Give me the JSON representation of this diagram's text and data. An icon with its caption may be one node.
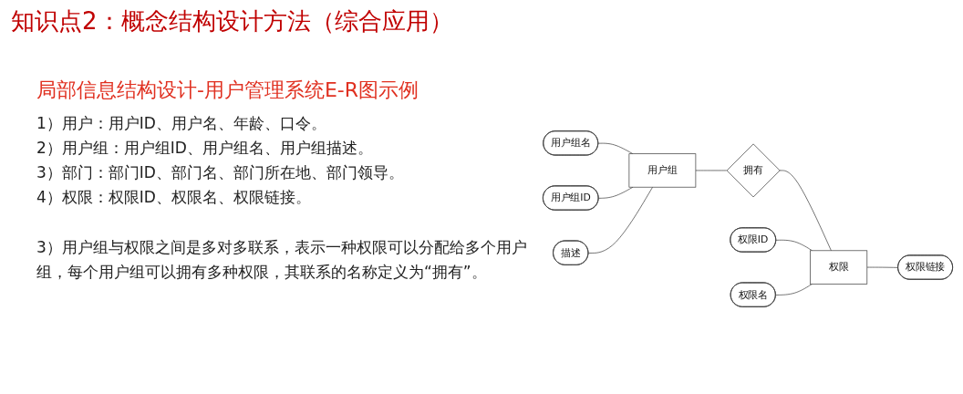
{
  "diagram": {
    "title": "知识点2：概念结构设计方法（综合应用）",
    "nodes": [
      {
        "text": [
          "用户组名"
        ]
      },
      {
        "text": [
          "用户组ID"
        ]
      },
      {
        "text": [
          "描述"
        ]
      },
      {
        "text": [
          "用户组"
        ]
      },
      {
        "text": [
          "拥有"
        ]
      },
      {
        "text": [
          "权限"
        ]
      },
      {
        "text": [
          "权限ID"
        ]
      },
      {
        "text": [
          "权限名"
        ]
      },
      {
        "text": [
          "权限链接"
        ]
      }
    ],
    "edges": [
      {
        "from": 0,
        "to": 3,
        "arrow": "none"
      },
      {
        "from": 1,
        "to": 3,
        "arrow": "none"
      },
      {
        "from": 2,
        "to": 3,
        "arrow": "none"
      },
      {
        "from": 3,
        "to": 4,
        "arrow": "none"
      },
      {
        "from": 4,
        "to": 5,
        "arrow": "none"
      },
      {
        "from": 6,
        "to": 5,
        "arrow": "none"
      },
      {
        "from": 7,
        "to": 5,
        "arrow": "none"
      },
      {
        "from": 5,
        "to": 8,
        "arrow": "none"
      }
    ],
    "labels": [
      "局部信息结构设计-用户管理系统E-R图示例",
      "1）用户：用户ID、用户名、年龄、口令。",
      "2）用户组：用户组ID、用户组名、用户组描述。",
      "3）部门：部门ID、部门名、部门所在地、部门领导。",
      "4）权限：权限ID、权限名、权限链接。",
      "3）用户组与权限之间是多对多联系，表示一种权限可以分配给多个用户组，每个用户组可以拥有多种权限，其联系的名称定义为“拥有”。"
    ]
  }
}
